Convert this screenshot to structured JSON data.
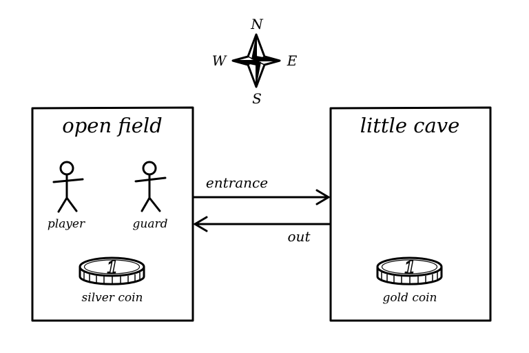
{
  "compass": {
    "north": "N",
    "south": "S",
    "east": "E",
    "west": "W"
  },
  "rooms": [
    {
      "title": "open field",
      "characters": [
        {
          "label": "player"
        },
        {
          "label": "guard"
        }
      ],
      "item": {
        "label": "silver coin",
        "face": "1"
      }
    },
    {
      "title": "little cave",
      "characters": [],
      "item": {
        "label": "gold coin",
        "face": "1"
      }
    }
  ],
  "exits": [
    {
      "label": "entrance",
      "from": "open field",
      "to": "little cave"
    },
    {
      "label": "out",
      "from": "little cave",
      "to": "open field"
    }
  ]
}
